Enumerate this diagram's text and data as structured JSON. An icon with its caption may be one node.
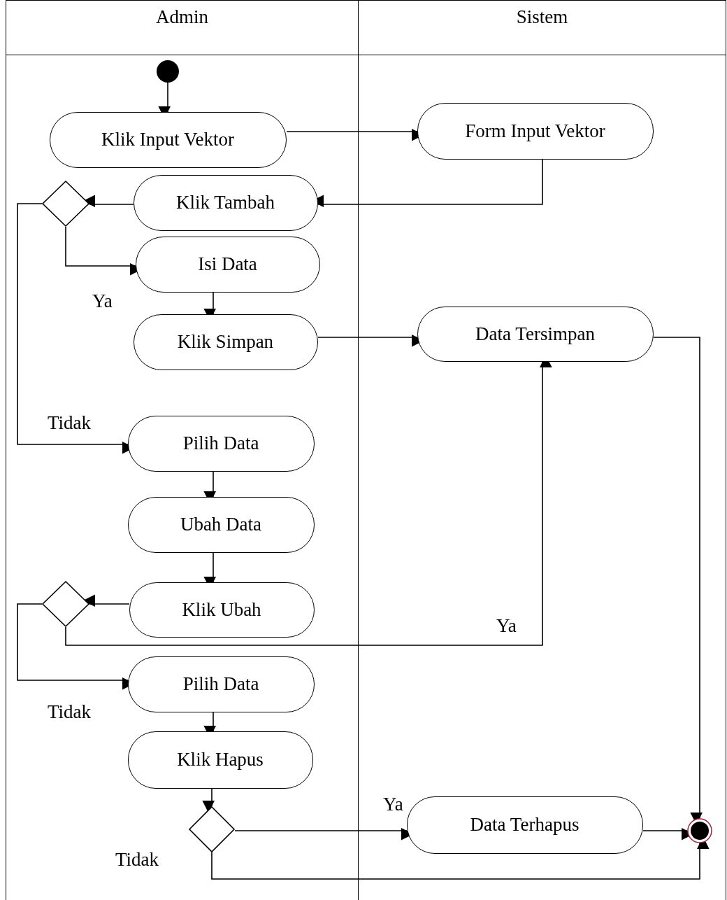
{
  "diagram": {
    "nodes": [
      {
        "text": [
          "Admin"
        ]
      },
      {
        "text": [
          "Sistem"
        ]
      },
      {
        "text": [],
        "shape": "circle",
        "in": 0
      },
      {
        "text": [
          "Klik Input Vektor"
        ],
        "in": 0
      },
      {
        "text": [
          "Form Input Vektor"
        ],
        "in": 1
      },
      {
        "text": [],
        "shape": "diamond",
        "in": 0
      },
      {
        "text": [
          "Klik Tambah"
        ],
        "in": 0
      },
      {
        "text": [
          "Isi Data"
        ],
        "in": 0
      },
      {
        "text": [
          "Klik Simpan"
        ],
        "in": 0
      },
      {
        "text": [
          "Data Tersimpan"
        ],
        "in": 1
      },
      {
        "text": [
          "Pilih Data"
        ],
        "in": 0
      },
      {
        "text": [
          "Ubah Data"
        ],
        "in": 0
      },
      {
        "text": [],
        "shape": "diamond",
        "in": 0
      },
      {
        "text": [
          "Klik Ubah"
        ],
        "in": 0
      },
      {
        "text": [
          "Pilih Data"
        ],
        "in": 0
      },
      {
        "text": [
          "Klik Hapus"
        ],
        "in": 0
      },
      {
        "text": [],
        "shape": "diamond",
        "in": 0
      },
      {
        "text": [
          "Data Terhapus"
        ],
        "in": 1
      },
      {
        "text": [],
        "shape": "bullseye",
        "in": 1
      }
    ],
    "edges": [
      {
        "from": 2,
        "to": 3,
        "arrow": "to"
      },
      {
        "from": 3,
        "to": 4,
        "arrow": "to"
      },
      {
        "from": 4,
        "to": 6,
        "arrow": "to"
      },
      {
        "from": 6,
        "to": 5,
        "arrow": "to"
      },
      {
        "from": 5,
        "to": 7,
        "arrow": "to",
        "label": "Ya"
      },
      {
        "from": 5,
        "to": 10,
        "arrow": "to",
        "label": "Tidak"
      },
      {
        "from": 7,
        "to": 8,
        "arrow": "to"
      },
      {
        "from": 8,
        "to": 9,
        "arrow": "to"
      },
      {
        "from": 9,
        "to": 18,
        "arrow": "to"
      },
      {
        "from": 10,
        "to": 11,
        "arrow": "to"
      },
      {
        "from": 11,
        "to": 13,
        "arrow": "to"
      },
      {
        "from": 13,
        "to": 12,
        "arrow": "to"
      },
      {
        "from": 12,
        "to": 9,
        "arrow": "to",
        "label": "Ya"
      },
      {
        "from": 12,
        "to": 14,
        "arrow": "to",
        "label": "Tidak"
      },
      {
        "from": 14,
        "to": 15,
        "arrow": "to"
      },
      {
        "from": 15,
        "to": 16,
        "arrow": "to"
      },
      {
        "from": 16,
        "to": 17,
        "arrow": "to",
        "label": "Ya"
      },
      {
        "from": 17,
        "to": 18,
        "arrow": "to"
      },
      {
        "from": 16,
        "to": 18,
        "arrow": "to",
        "label": "Tidak"
      }
    ]
  }
}
